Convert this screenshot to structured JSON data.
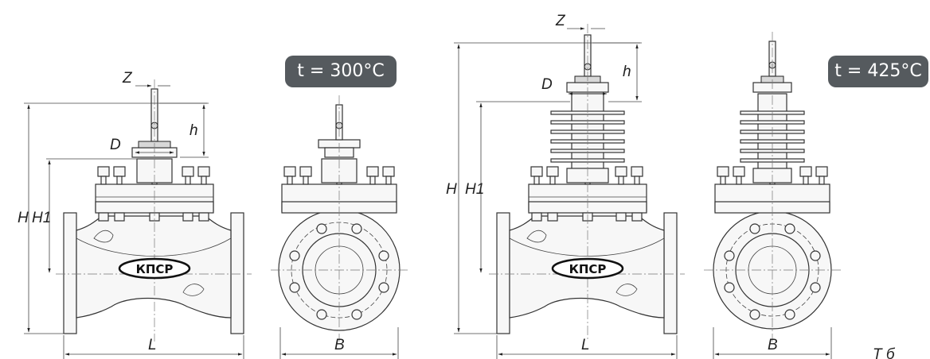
{
  "badges": {
    "left": "t = 300°C",
    "right": "t = 425°C"
  },
  "labels": {
    "z": "Z",
    "d": "D",
    "h": "h",
    "H": "H",
    "H1": "H1",
    "L": "L",
    "B": "B"
  },
  "logo": "КПСР",
  "corner_text": "Т б"
}
